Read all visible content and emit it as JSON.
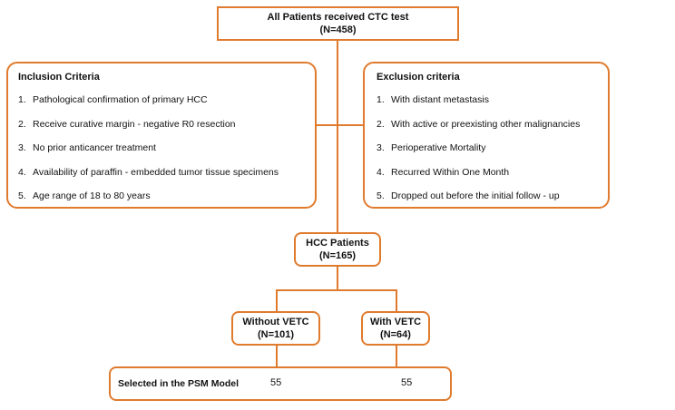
{
  "top_box": {
    "title": "All Patients received CTC test",
    "count": "(N=458)"
  },
  "inclusion": {
    "title": "Inclusion Criteria",
    "items": [
      {
        "num": "1.",
        "text": "Pathological confirmation of primary HCC"
      },
      {
        "num": "2.",
        "text": "Receive curative  margin - negative  R0 resection"
      },
      {
        "num": "3.",
        "text": "No prior anticancer  treatment"
      },
      {
        "num": "4.",
        "text": "Availability of paraffin - embedded tumor tissue specimens"
      },
      {
        "num": "5.",
        "text": "Age range of  18 to 80  years"
      }
    ]
  },
  "exclusion": {
    "title": "Exclusion criteria",
    "items": [
      {
        "num": "1.",
        "text": "With distant metastasis"
      },
      {
        "num": "2.",
        "text": "With active or preexisting other malignancies"
      },
      {
        "num": "3.",
        "text": "Perioperative Mortality"
      },
      {
        "num": "4.",
        "text": "Recurred Within One Month"
      },
      {
        "num": "5.",
        "text": "Dropped out before the initial  follow - up"
      }
    ]
  },
  "hcc_box": {
    "title": "HCC Patients",
    "count": "(N=165)"
  },
  "without_box": {
    "title": "Without  VETC",
    "count": "(N=101)"
  },
  "with_box": {
    "title": "With  VETC",
    "count": "(N=64)"
  },
  "psm_box": {
    "label": "Selected in the PSM Model",
    "left_value": "55",
    "right_value": "55"
  },
  "colors": {
    "stroke": "#E07B2E"
  }
}
